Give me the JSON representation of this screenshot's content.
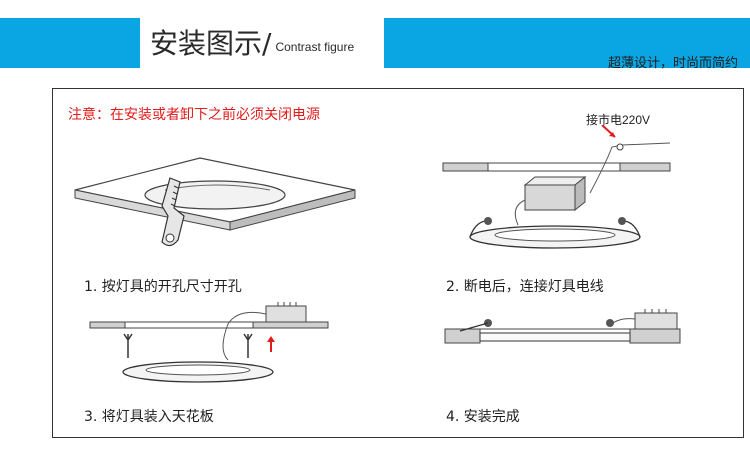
{
  "header": {
    "title_zh": "安装图示/",
    "title_en": "Contrast figure",
    "slogan": "超薄设计，时尚而简约"
  },
  "warning": "注意：在安装或者卸下之前必须关闭电源",
  "steps": [
    {
      "caption": "1. 按灯具的开孔尺寸开孔"
    },
    {
      "caption": "2. 断电后，连接灯具电线"
    },
    {
      "caption": "3. 将灯具装入天花板"
    },
    {
      "caption": "4. 安装完成"
    }
  ],
  "mains_label": "接市电220V",
  "colors": {
    "banner": "#0aa6e3",
    "warning": "#e21b1b"
  }
}
